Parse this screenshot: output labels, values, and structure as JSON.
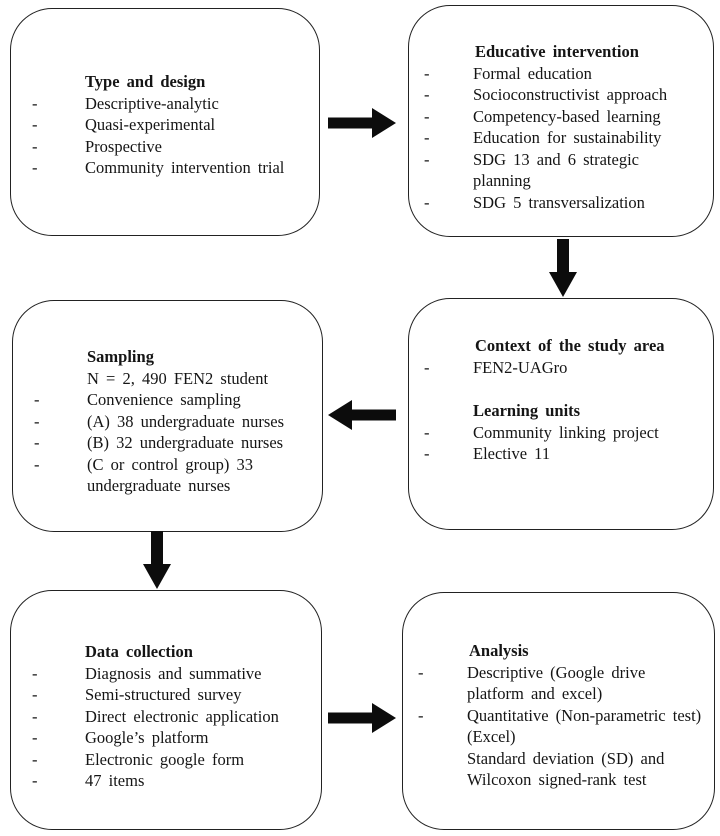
{
  "glyphs": {
    "dash": "-"
  },
  "colors": {
    "box_border": "#222222",
    "arrow_fill": "#0c0c0c",
    "text": "#151515",
    "stray_mark": "#f2a93b"
  },
  "boxes": [
    {
      "id": "type-and-design",
      "title": "Type and design",
      "lines": [
        {
          "kind": "item",
          "text": "Descriptive-analytic"
        },
        {
          "kind": "item",
          "text": "Quasi-experimental"
        },
        {
          "kind": "item",
          "text": "Prospective"
        },
        {
          "kind": "item",
          "text": "Community intervention trial"
        }
      ]
    },
    {
      "id": "educative-intervention",
      "title": "Educative intervention",
      "lines": [
        {
          "kind": "item",
          "text": "Formal education"
        },
        {
          "kind": "item",
          "text": "Socioconstructivist approach"
        },
        {
          "kind": "item",
          "text": "Competency-based learning"
        },
        {
          "kind": "item",
          "text": "Education for sustainability"
        },
        {
          "kind": "item",
          "text": "SDG 13 and 6 strategic planning"
        },
        {
          "kind": "item",
          "text": "SDG 5 transversalization"
        }
      ]
    },
    {
      "id": "sampling",
      "title": "Sampling",
      "lines": [
        {
          "kind": "plain",
          "text": "N = 2, 490 FEN2 student"
        },
        {
          "kind": "item",
          "text": "Convenience sampling"
        },
        {
          "kind": "item",
          "text": "(A) 38 undergraduate nurses"
        },
        {
          "kind": "item",
          "text": "(B) 32 undergraduate nurses"
        },
        {
          "kind": "item",
          "text": "(C or control group) 33 undergraduate nurses"
        }
      ]
    },
    {
      "id": "context-of-the-study-area",
      "title": "Context of the study area",
      "subtitle": "Learning units",
      "lines": [
        {
          "kind": "item",
          "text": "FEN2-UAGro"
        },
        {
          "kind": "gap",
          "text": ""
        },
        {
          "kind": "subhead",
          "text": "Learning units"
        },
        {
          "kind": "item",
          "text": "Community linking project"
        },
        {
          "kind": "item",
          "text": "Elective 11"
        }
      ]
    },
    {
      "id": "data-collection",
      "title": "Data collection",
      "lines": [
        {
          "kind": "item",
          "text": "Diagnosis and summative"
        },
        {
          "kind": "item",
          "text": "Semi-structured survey"
        },
        {
          "kind": "item",
          "text": "Direct electronic application"
        },
        {
          "kind": "item",
          "text": "Google’s platform"
        },
        {
          "kind": "item",
          "text": "Electronic google form"
        },
        {
          "kind": "item",
          "text": "47 items"
        }
      ]
    },
    {
      "id": "analysis",
      "title": "Analysis",
      "lines": [
        {
          "kind": "item",
          "text": "Descriptive (Google drive platform and excel)"
        },
        {
          "kind": "item",
          "text": "Quantitative (Non-parametric test) (Excel)"
        },
        {
          "kind": "plain",
          "text": "Standard deviation (SD) and Wilcoxon signed-rank test"
        }
      ]
    }
  ]
}
